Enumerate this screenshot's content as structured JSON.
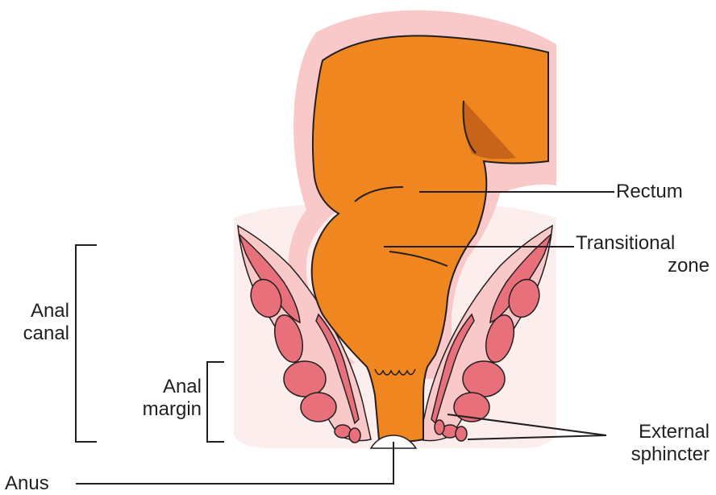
{
  "labels": {
    "rectum": "Rectum",
    "transitional_zone_line1": "Transitional",
    "transitional_zone_line2": "zone",
    "anal_canal_line1": "Anal",
    "anal_canal_line2": "canal",
    "anal_margin_line1": "Anal",
    "anal_margin_line2": "margin",
    "external_sphincter_line1": "External",
    "external_sphincter_line2": "sphincter",
    "anus": "Anus"
  },
  "colors": {
    "rectum_fill": "#f0861f",
    "rectum_shadow": "#c8641a",
    "wall_pink": "#f9c9c9",
    "muscle_fill": "#e8707a",
    "muscle_dark": "#c94a58",
    "tissue_bg": "#fdeeee",
    "outline": "#231f20"
  }
}
